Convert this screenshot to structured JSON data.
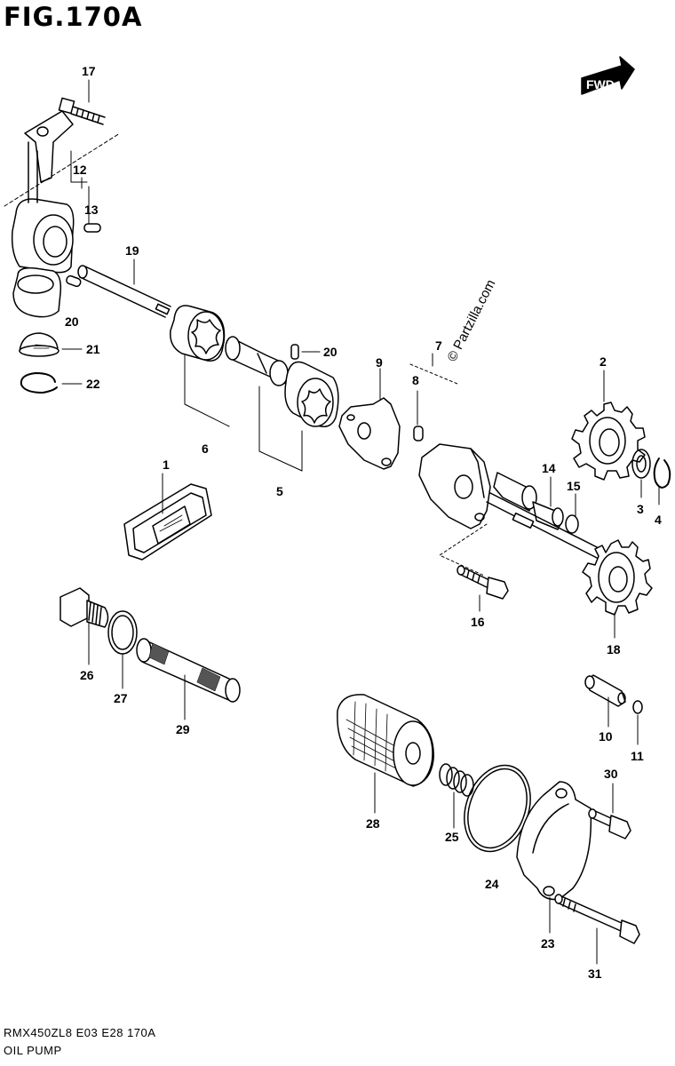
{
  "figure_title": "FIG.170A",
  "watermark": "© Partzilla.com",
  "fwd_label": "FWD",
  "footer": {
    "model_line": "RMX450ZL8  E03  E28  170A",
    "section_name": "OIL PUMP"
  },
  "callouts": {
    "p1": "1",
    "p2": "2",
    "p3": "3",
    "p4": "4",
    "p5": "5",
    "p6": "6",
    "p7": "7",
    "p8": "8",
    "p9": "9",
    "p10": "10",
    "p11": "11",
    "p12": "12",
    "p13": "13",
    "p14": "14",
    "p15": "15",
    "p16": "16",
    "p17": "17",
    "p18": "18",
    "p19": "19",
    "p20a": "20",
    "p20b": "20",
    "p21": "21",
    "p22": "22",
    "p23": "23",
    "p24": "24",
    "p25": "25",
    "p26": "26",
    "p27": "27",
    "p28": "28",
    "p29": "29",
    "p30": "30",
    "p31": "31"
  }
}
